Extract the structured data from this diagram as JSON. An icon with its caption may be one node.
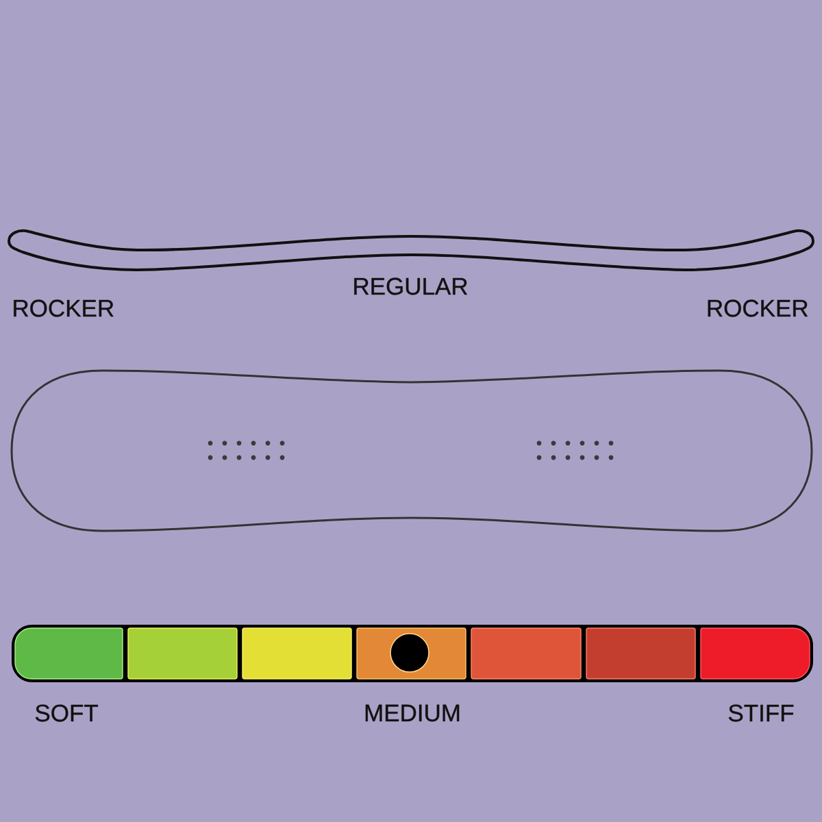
{
  "diagram": {
    "nodes": [
      {
        "text": [],
        "shape": "picture"
      },
      {
        "text": [],
        "shape": "picture"
      }
    ],
    "labels": [
      "ROCKER",
      "REGULAR",
      "ROCKER",
      "SOFT",
      "MEDIUM",
      "STIFF"
    ]
  }
}
